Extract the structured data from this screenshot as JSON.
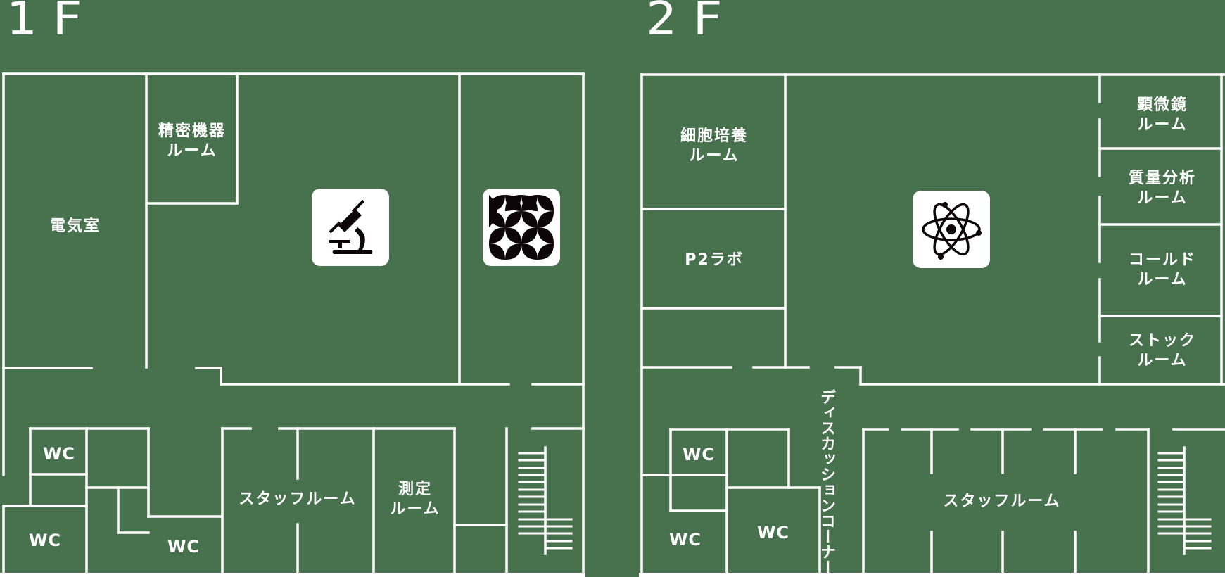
{
  "floors": [
    {
      "id": "1F",
      "label": "1F",
      "rooms": [
        {
          "id": "electrical-room",
          "lines": [
            "電気室"
          ]
        },
        {
          "id": "precision-equipment-room",
          "lines": [
            "精密機器",
            "ルーム"
          ]
        },
        {
          "id": "wc-1",
          "lines": [
            "WC"
          ]
        },
        {
          "id": "wc-2",
          "lines": [
            "WC"
          ]
        },
        {
          "id": "wc-3",
          "lines": [
            "WC"
          ]
        },
        {
          "id": "staff-room",
          "lines": [
            "スタッフルーム"
          ]
        },
        {
          "id": "measurement-room",
          "lines": [
            "測定",
            "ルーム"
          ]
        }
      ],
      "icons": [
        {
          "id": "microscope",
          "name": "microscope-icon"
        },
        {
          "id": "shippo-pattern",
          "name": "shippo-pattern-icon"
        }
      ]
    },
    {
      "id": "2F",
      "label": "2F",
      "rooms": [
        {
          "id": "cell-culture-room",
          "lines": [
            "細胞培養",
            "ルーム"
          ]
        },
        {
          "id": "p2-lab",
          "lines": [
            "P2ラボ"
          ]
        },
        {
          "id": "microscope-room",
          "lines": [
            "顕微鏡",
            "ルーム"
          ]
        },
        {
          "id": "mass-spec-room",
          "lines": [
            "質量分析",
            "ルーム"
          ]
        },
        {
          "id": "cold-room",
          "lines": [
            "コールド",
            "ルーム"
          ]
        },
        {
          "id": "stock-room",
          "lines": [
            "ストック",
            "ルーム"
          ]
        },
        {
          "id": "wc-1",
          "lines": [
            "WC"
          ]
        },
        {
          "id": "wc-2",
          "lines": [
            "WC"
          ]
        },
        {
          "id": "wc-3",
          "lines": [
            "WC"
          ]
        },
        {
          "id": "discussion-corner",
          "lines": [
            "ディスカッション",
            "コーナー"
          ]
        },
        {
          "id": "staff-room",
          "lines": [
            "スタッフルーム"
          ]
        }
      ],
      "icons": [
        {
          "id": "atom",
          "name": "atom-icon"
        }
      ]
    }
  ],
  "colors": {
    "background": "#48714e",
    "walls": "#ffffff",
    "icon_fg": "#0d0608",
    "icon_bg": "#ffffff"
  }
}
